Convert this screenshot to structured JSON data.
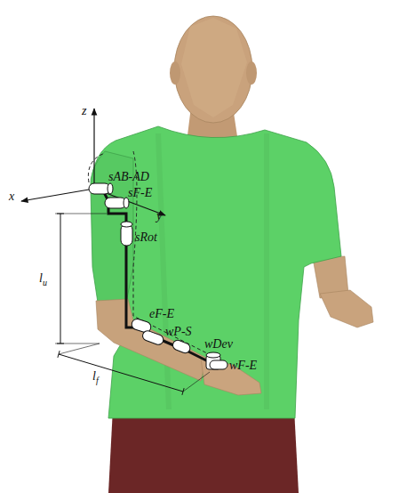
{
  "diagram": {
    "labels": [
      "z",
      "x",
      "y",
      "sAB-AD",
      "sF-E",
      "sRot",
      "eF-E",
      "wP-S",
      "wDev",
      "wF-E",
      "lu",
      "lf"
    ]
  }
}
